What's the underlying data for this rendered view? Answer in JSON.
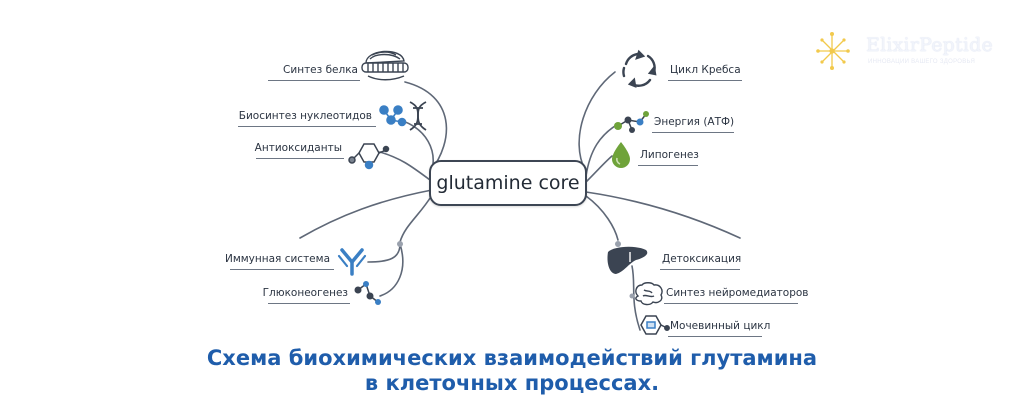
{
  "central": {
    "label": "glutamine core"
  },
  "left_nodes": [
    {
      "id": "protein",
      "label": "Синтез белка",
      "icon": "ribosome-icon"
    },
    {
      "id": "nucleotides",
      "label": "Биосинтез нуклеотидов",
      "icon": "dna-icon"
    },
    {
      "id": "antioxidants",
      "label": "Антиоксиданты",
      "icon": "molecule-icon"
    },
    {
      "id": "immune",
      "label": "Иммунная система",
      "icon": "antibody-icon"
    },
    {
      "id": "gluconeo",
      "label": "Глюконеогенез",
      "icon": "molecule-chain-icon"
    }
  ],
  "right_nodes": [
    {
      "id": "krebs",
      "label": "Цикл Кребса",
      "icon": "cycle-arrows-icon"
    },
    {
      "id": "atp",
      "label": "Энергия (АТФ)",
      "icon": "atp-molecule-icon"
    },
    {
      "id": "lipo",
      "label": "Липогенез",
      "icon": "drop-icon"
    },
    {
      "id": "detox",
      "label": "Детоксикация",
      "icon": "liver-icon"
    },
    {
      "id": "neuro",
      "label": "Синтез нейромедиаторов",
      "icon": "brain-icon"
    },
    {
      "id": "urea",
      "label": "Мочевинный цикл",
      "icon": "urea-molecule-icon"
    }
  ],
  "logo": {
    "name": "ElixirPeptide",
    "tagline": "ИННОВАЦИИ ВАШЕГО ЗДОРОВЬЯ",
    "icon": "sparkle-logo-icon"
  },
  "caption": {
    "line1": "Схема биохимических взаимодействий глутамина",
    "line2": "в клеточных процессах."
  },
  "colors": {
    "line": "#5f6877",
    "icon_dark": "#3b4452",
    "icon_blue": "#3a7fc4",
    "icon_green": "#6fa33a",
    "caption": "#1f5dab"
  }
}
